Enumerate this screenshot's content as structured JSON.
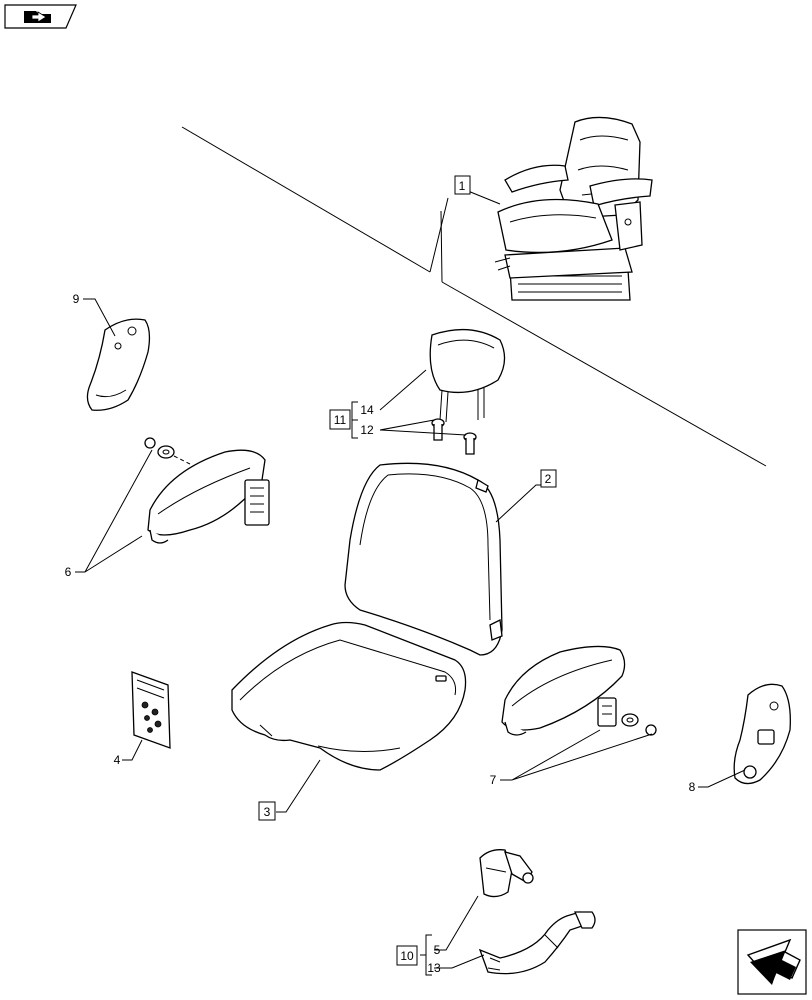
{
  "callouts": [
    {
      "id": "c1",
      "text": "1"
    },
    {
      "id": "c2",
      "text": "2"
    },
    {
      "id": "c3",
      "text": "3"
    },
    {
      "id": "c4",
      "text": "4"
    },
    {
      "id": "c5",
      "text": "5"
    },
    {
      "id": "c6",
      "text": "6"
    },
    {
      "id": "c7",
      "text": "7"
    },
    {
      "id": "c8",
      "text": "8"
    },
    {
      "id": "c9",
      "text": "9"
    },
    {
      "id": "c10",
      "text": "10"
    },
    {
      "id": "c11",
      "text": "11"
    },
    {
      "id": "c12",
      "text": "12"
    },
    {
      "id": "c13",
      "text": "13"
    },
    {
      "id": "c14",
      "text": "14"
    }
  ],
  "icons": {
    "top_left": "folder-arrow-icon",
    "bottom_right": "next-page-arrow-icon"
  }
}
